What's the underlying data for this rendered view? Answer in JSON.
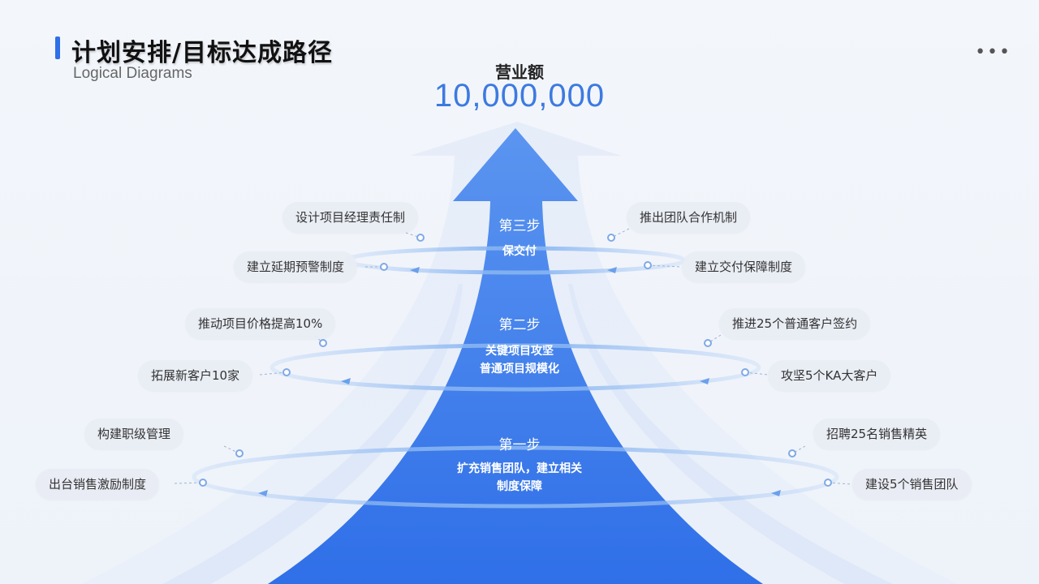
{
  "header": {
    "title": "计划安排/目标达成路径",
    "subtitle": "Logical Diagrams",
    "more_label": "•••"
  },
  "goal": {
    "label": "营业额",
    "value": "10,000,000"
  },
  "steps": [
    {
      "title": "第三步",
      "desc": "保交付",
      "left_items": [
        "设计项目经理责任制",
        "建立延期预警制度"
      ],
      "right_items": [
        "推出团队合作机制",
        "建立交付保障制度"
      ]
    },
    {
      "title": "第二步",
      "desc_line1": "关键项目攻坚",
      "desc_line2": "普通项目规模化",
      "left_items": [
        "推动项目价格提高10%",
        "拓展新客户10家"
      ],
      "right_items": [
        "推进25个普通客户签约",
        "攻坚5个KA大客户"
      ]
    },
    {
      "title": "第一步",
      "desc_line1": "扩充销售团队，建立相关",
      "desc_line2": "制度保障",
      "left_items": [
        "构建职级管理",
        "出台销售激励制度"
      ],
      "right_items": [
        "招聘25名销售精英",
        "建设5个销售团队"
      ]
    }
  ],
  "colors": {
    "accent": "#2f6fe8",
    "arrow": "#3b7be6",
    "ring": "#8fb8f2",
    "pill_bg": "#e8ecf3"
  }
}
